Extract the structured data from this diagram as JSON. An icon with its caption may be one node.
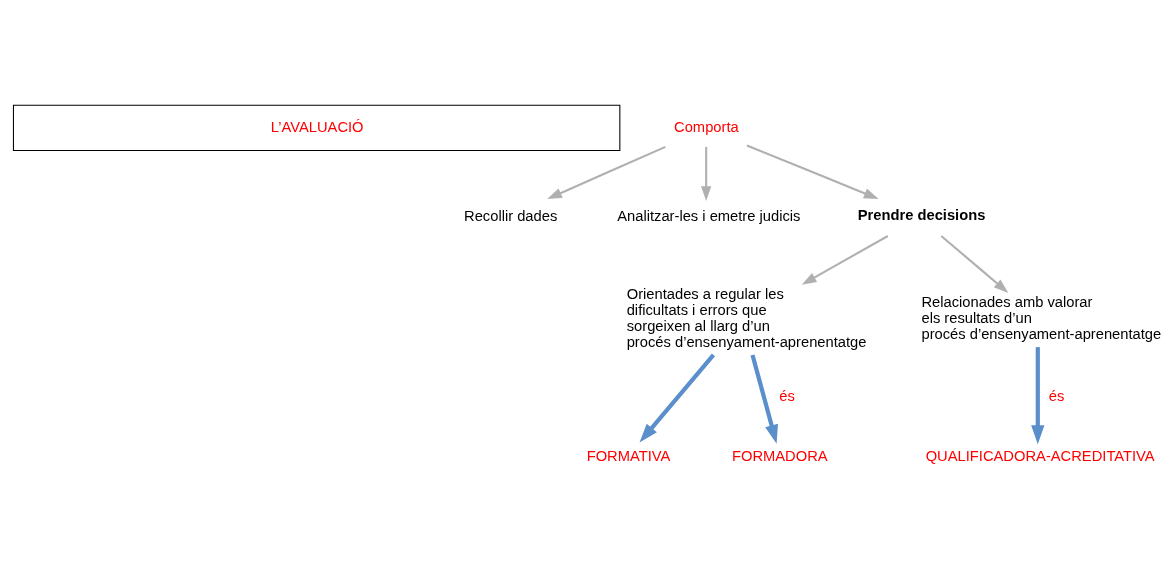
{
  "diagram": {
    "nodes": [
      {
        "text": [
          "L’AVALUACIÓ"
        ]
      },
      {
        "text": [
          "Comporta"
        ]
      },
      {
        "text": [
          "Recollir dades"
        ]
      },
      {
        "text": [
          "Analitzar-les i emetre judicis"
        ]
      },
      {
        "text": [
          "Prendre decisions"
        ]
      },
      {
        "text": [
          "Orientades a regular les dificultats i errors que sorgeixen al llarg d’un procés d’ensenyament-aprenentatge"
        ]
      },
      {
        "text": [
          "Relacionades amb valorar els resultats d’un procés d’ensenyament-aprenentatge"
        ]
      },
      {
        "text": [
          "FORMATIVA"
        ]
      },
      {
        "text": [
          "FORMADORA"
        ]
      },
      {
        "text": [
          "QUALIFICADORA-ACREDITATIVA"
        ]
      }
    ],
    "edges": [
      {
        "from": 1,
        "to": 2,
        "arrow": "to"
      },
      {
        "from": 1,
        "to": 3,
        "arrow": "to"
      },
      {
        "from": 1,
        "to": 4,
        "arrow": "to"
      },
      {
        "from": 4,
        "to": 5,
        "arrow": "to"
      },
      {
        "from": 4,
        "to": 6,
        "arrow": "to"
      },
      {
        "from": 5,
        "to": 7,
        "arrow": "to",
        "style": "thick",
        "color": "#5b8fcb"
      },
      {
        "from": 5,
        "to": 8,
        "arrow": "to",
        "label": "és",
        "style": "thick",
        "color": "#5b8fcb"
      },
      {
        "from": 6,
        "to": 9,
        "arrow": "to",
        "label": "és",
        "style": "thick",
        "color": "#5b8fcb"
      }
    ]
  }
}
